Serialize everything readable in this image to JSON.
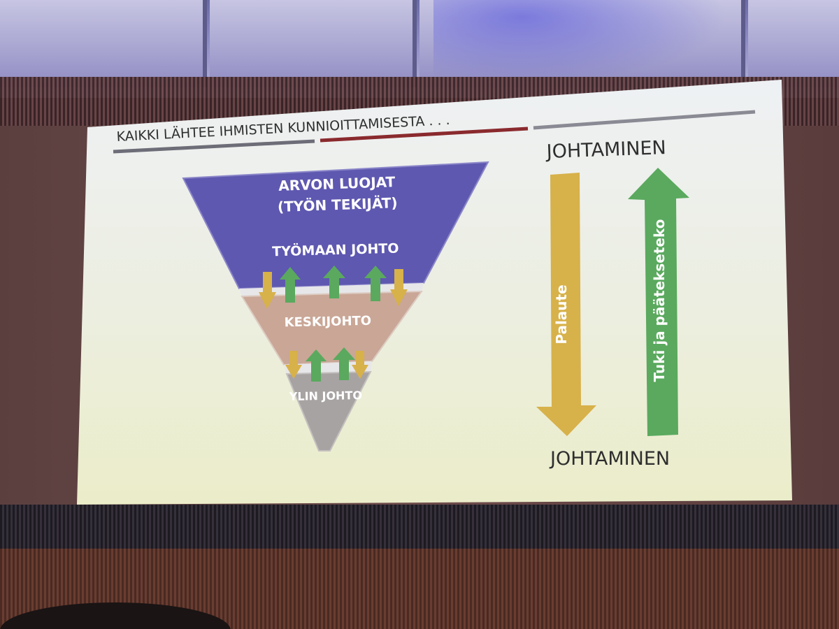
{
  "slide": {
    "title": "KAIKKI LÄHTEE IHMISTEN KUNNIOITTAMISESTA . . .",
    "pyramid": {
      "top_line1": "ARVON LUOJAT",
      "top_line2": "(TYÖN TEKIJÄT)",
      "top_line3": "TYÖMAAN JOHTO",
      "middle": "KESKIJOHTO",
      "bottom": "YLIN JOHTO"
    },
    "right": {
      "label_top": "JOHTAMINEN",
      "label_bottom": "JOHTAMINEN",
      "down_arrow_label": "Palaute",
      "up_arrow_label": "Tuki ja päätekseteko"
    }
  },
  "colors": {
    "slide_bg_top": "#eef0f2",
    "slide_bg_bottom": "#ecedcf",
    "purple": "#5e58b0",
    "tan": "#c9a696",
    "gray": "#a8a3a3",
    "gold": "#d7b14a",
    "green": "#5aa95e",
    "title_text": "#2e2e2e",
    "bar_gray": "#6d6d78",
    "bar_red": "#8a2a2e"
  }
}
